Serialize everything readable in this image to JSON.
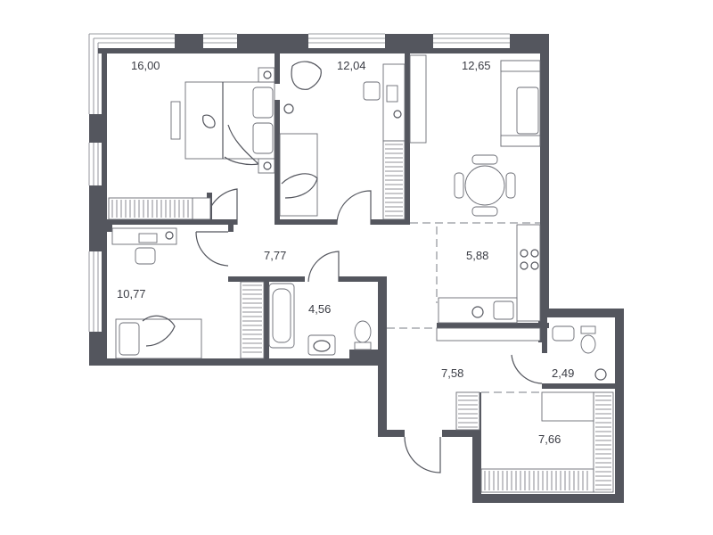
{
  "colors": {
    "wall": "#54565e",
    "line": "#6b6d75",
    "background": "#ffffff"
  },
  "rooms": [
    {
      "id": "bedroom-1",
      "area": "16,00"
    },
    {
      "id": "bedroom-2",
      "area": "12,04"
    },
    {
      "id": "living-room",
      "area": "12,65"
    },
    {
      "id": "hallway",
      "area": "7,77"
    },
    {
      "id": "kitchen",
      "area": "5,88"
    },
    {
      "id": "bedroom-3",
      "area": "10,77"
    },
    {
      "id": "bathroom",
      "area": "4,56"
    },
    {
      "id": "entrance-hall",
      "area": "7,58"
    },
    {
      "id": "toilet",
      "area": "2,49"
    },
    {
      "id": "bedroom-4",
      "area": "7,66"
    }
  ]
}
